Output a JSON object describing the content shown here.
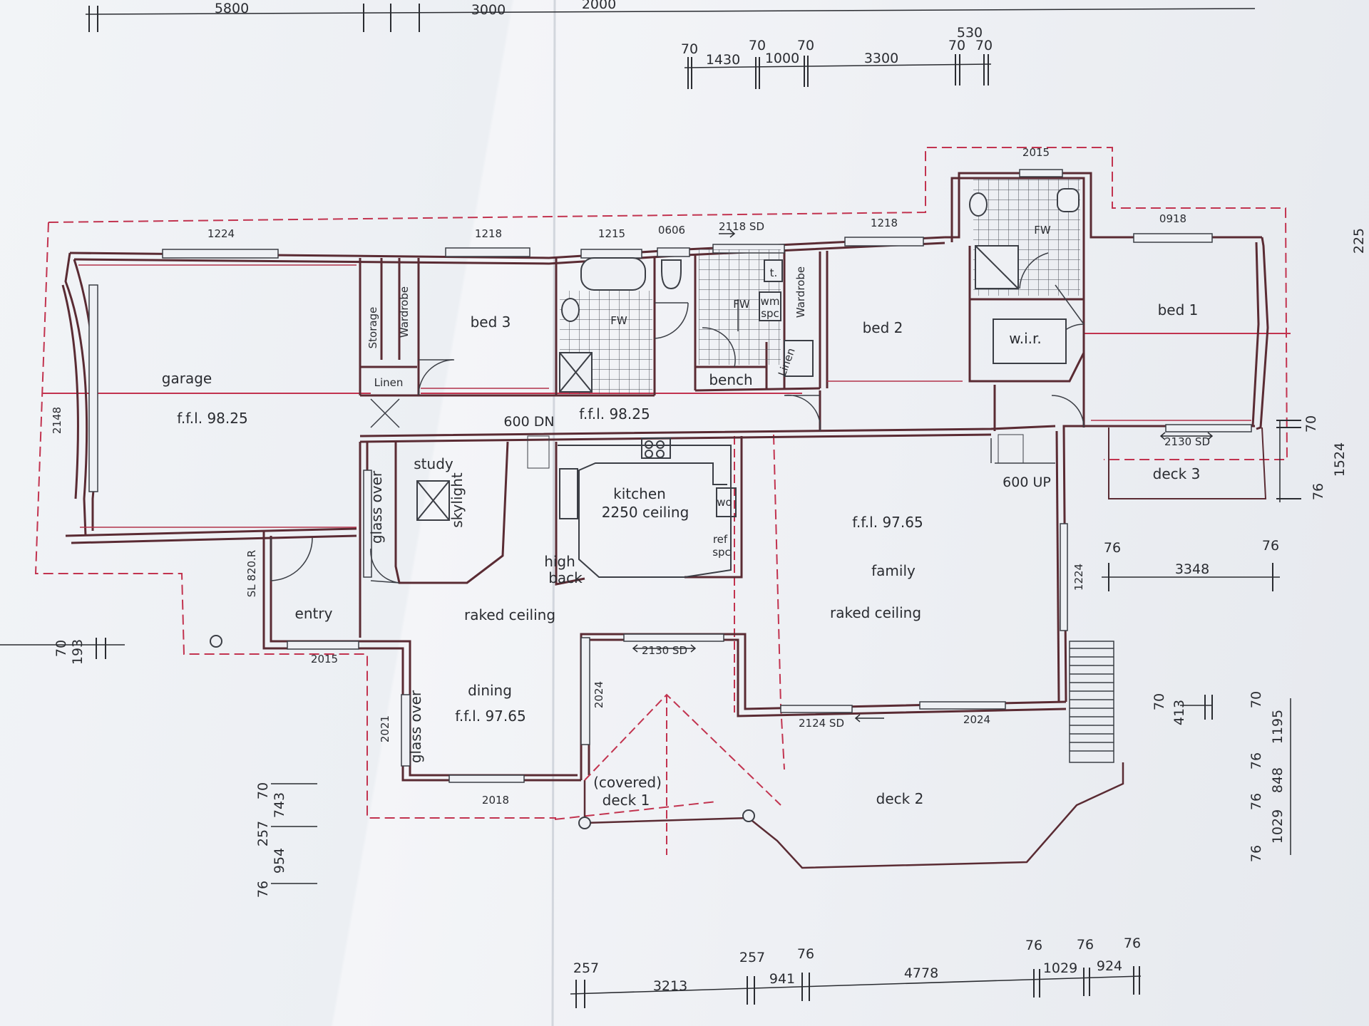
{
  "colors": {
    "paper": "#eef0f4",
    "wall": "#5a2b33",
    "wall_inner": "#b2324a",
    "outline_red": "#c2334f",
    "tile": "#4c4f57",
    "ink": "#2a2c31"
  },
  "rooms": {
    "garage": "garage",
    "garage_level": "f.f.l. 98.25",
    "storage": "Storage",
    "wardrobe_bed3": "Wardrobe",
    "linen_left": "Linen",
    "bed3": "bed 3",
    "ffl_bath": "f.f.l. 98.25",
    "fw_bath": "FW",
    "fw_laundry": "FW",
    "wm_spc_1": "wm",
    "wm_spc_2": "spc",
    "t": "t.",
    "bench": "bench",
    "linen_mid": "Linen",
    "wardrobe_bed2": "Wardrobe",
    "bed2": "bed 2",
    "fw_ensuite": "FW",
    "wir": "w.i.r.",
    "bed1": "bed 1",
    "deck3": "deck 3",
    "study": "study",
    "skylight": "skylight",
    "glass_over_1": "glass over",
    "glass_over_2": "glass over",
    "kitchen": "kitchen",
    "kitchen_ceiling": "2250 ceiling",
    "wo": "wo",
    "ref_spc_1": "ref",
    "ref_spc_2": "spc",
    "high_back_1": "high",
    "high_back_2": "back",
    "entry": "entry",
    "sl_door": "SL 820.R",
    "raked_ceiling_dining": "raked ceiling",
    "dining": "dining",
    "dining_level": "f.f.l. 97.65",
    "family_level": "f.f.l. 97.65",
    "family": "family",
    "raked_ceiling_family": "raked ceiling",
    "step_600_dn": "600 DN",
    "step_600_up": "600 UP",
    "covered_deck_1": "(covered)",
    "covered_deck_2": "deck 1",
    "deck2": "deck 2"
  },
  "openings": {
    "w1224_garage": "1224",
    "w1218_bed3": "1218",
    "w1215": "1215",
    "w0606": "0606",
    "sd_2118": "2118 SD",
    "w1218_bed2": "1218",
    "w2015_ensuite": "2015",
    "w0918": "0918",
    "sd_2130_bed1": "2130 SD",
    "w2148": "2148",
    "w2015_entry": "2015",
    "sd_2130_dining": "2130 SD",
    "w2024_left": "2024",
    "w2021": "2021",
    "w2018": "2018",
    "sd_2124": "2124 SD",
    "w2024_family": "2024",
    "w1224_stair": "1224"
  },
  "dimensions": {
    "top_5800": "5800",
    "top_3000": "3000",
    "top_2000": "2000",
    "t_70a": "70",
    "t_1430": "1430",
    "t_70b": "70",
    "t_1000": "1000",
    "t_70c": "70",
    "t_3300": "3300",
    "t_530": "530",
    "t_70d": "70",
    "t_70e": "70",
    "b_257a": "257",
    "b_3213": "3213",
    "b_257b": "257",
    "b_941": "941",
    "b_76a": "76",
    "b_4778": "4778",
    "b_76b": "76",
    "b_1029": "1029",
    "b_76c": "76",
    "b_924": "924",
    "b_76d": "76",
    "l_70": "70",
    "l_193": "193",
    "l2_70": "70",
    "l2_743": "743",
    "l2_257": "257",
    "l2_954": "954",
    "l2_76": "76",
    "r_76a": "76",
    "r_3348": "3348",
    "r_76b": "76",
    "r_70": "70",
    "r_1524": "1524",
    "r_76c": "76",
    "r_225": "225",
    "r_70b": "70",
    "r_413": "413",
    "r_70c": "70",
    "r_1195": "1195",
    "r_76d": "76",
    "r_848": "848",
    "r_76e": "76",
    "r_1029": "1029",
    "r_76f": "76"
  }
}
